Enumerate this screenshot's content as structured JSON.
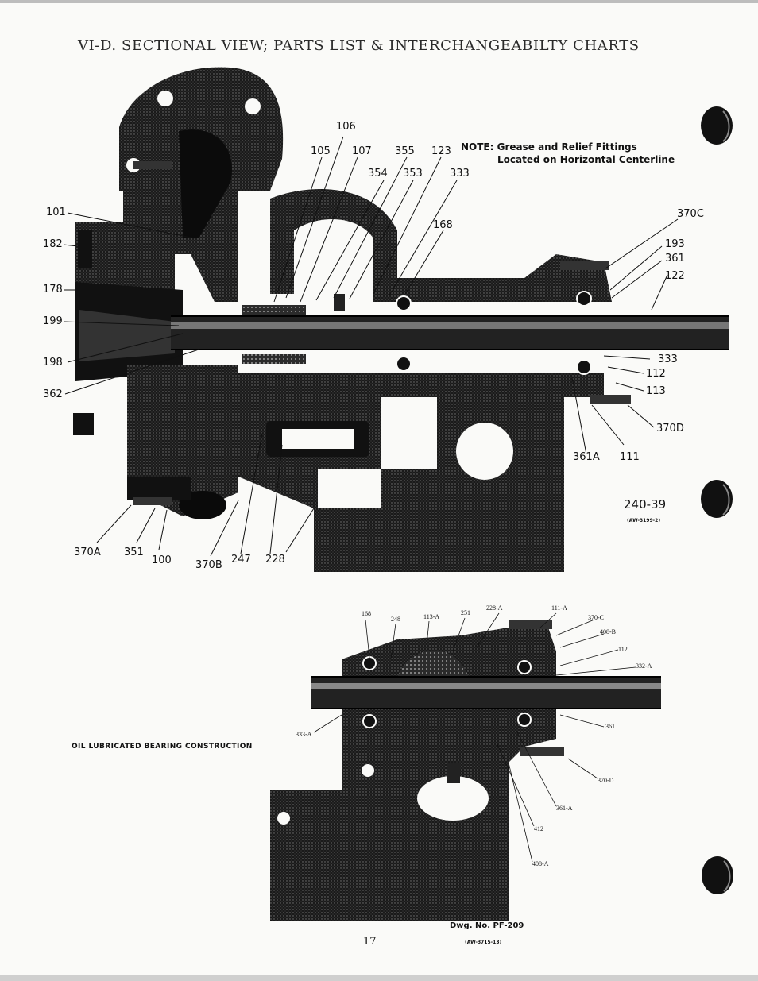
{
  "header": {
    "title": "VI-D. SECTIONAL VIEW; PARTS LIST & INTERCHANGEABILTY CHARTS"
  },
  "figure1": {
    "note_line1": "NOTE: Grease and Relief Fittings",
    "note_line2": "Located on Horizontal Centerline",
    "drawing_number": "240-39",
    "ref_code": "(AW-3199-2)",
    "callouts": [
      "106",
      "105",
      "107",
      "355",
      "123",
      "354",
      "353",
      "333",
      "101",
      "370C",
      "182",
      "168",
      "193",
      "361",
      "122",
      "178",
      "199",
      "333",
      "198",
      "112",
      "362",
      "113",
      "370D",
      "361A",
      "111",
      "370A",
      "351",
      "100",
      "370B",
      "247",
      "228"
    ]
  },
  "figure2": {
    "caption": "OIL LUBRICATED BEARING CONSTRUCTION",
    "drawing_number": "Dwg. No. PF-209",
    "ref_code": "(AW-3715-13)",
    "callouts": [
      "168",
      "248",
      "113-A",
      "251",
      "228-A",
      "111-A",
      "370-C",
      "408-B",
      "112",
      "332-A",
      "333-A",
      "361",
      "370-D",
      "361-A",
      "412",
      "408-A"
    ]
  },
  "footer": {
    "page_number": "17"
  }
}
